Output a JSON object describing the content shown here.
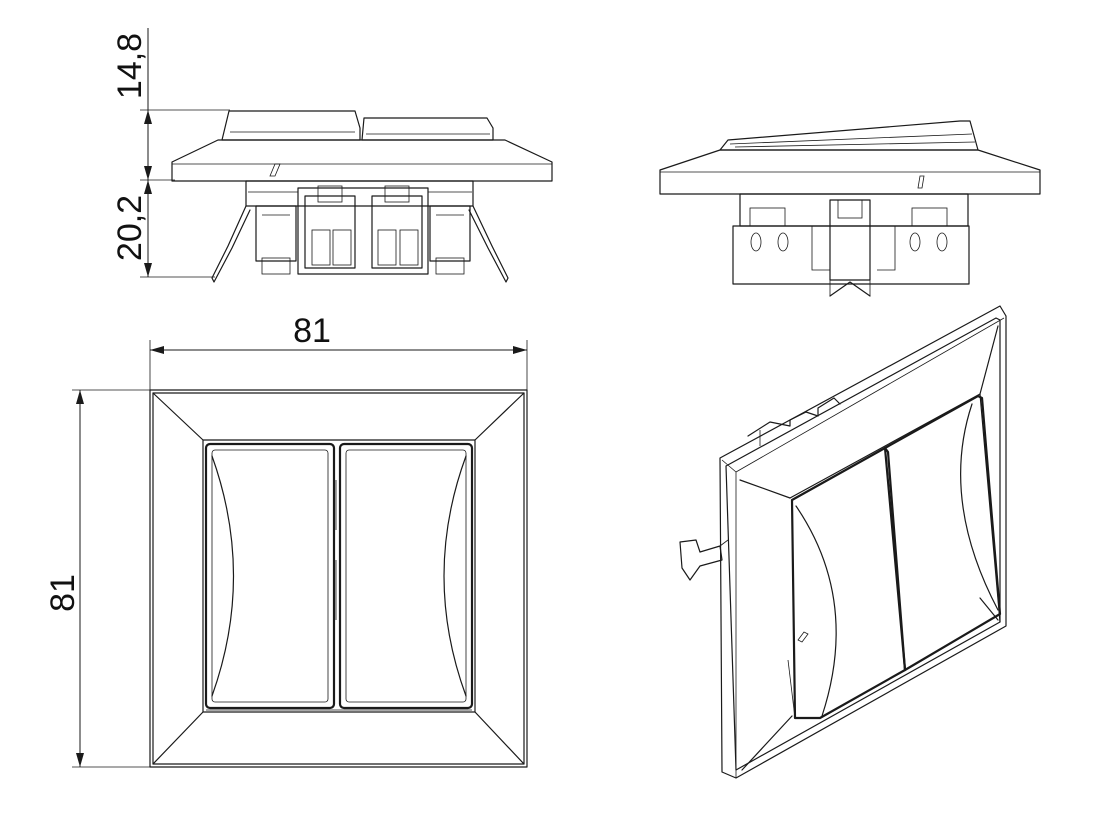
{
  "dimensions": {
    "top_height": "14,8",
    "bottom_height": "20,2",
    "width": "81",
    "height": "81"
  },
  "colors": {
    "line": "#1a1a1a",
    "background": "#ffffff"
  }
}
